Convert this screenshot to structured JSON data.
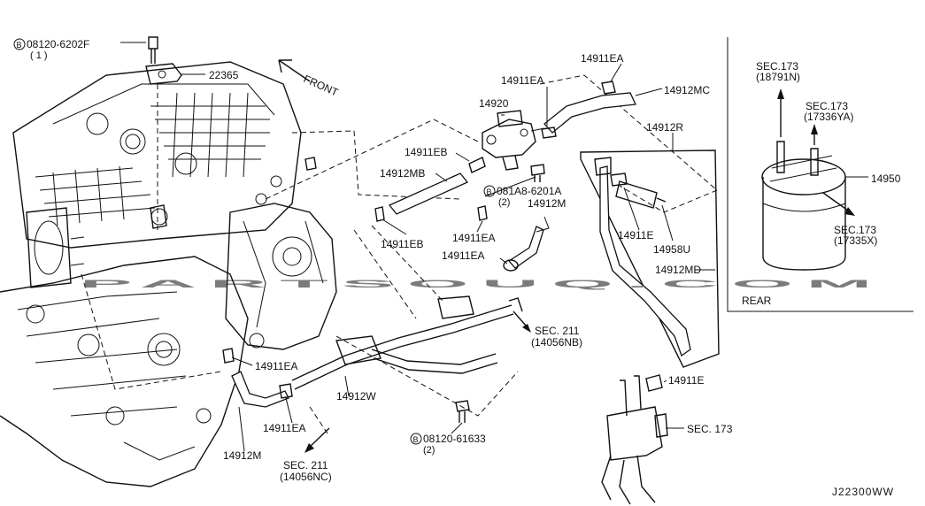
{
  "labels": {
    "bolt_top": "08120-6202F",
    "bolt_top_qty": "( 1 )",
    "sensor": "22365",
    "front": "FRONT",
    "clamp_top": "14911EA",
    "clamp_upper": "14911EA",
    "hose_mc": "14912MC",
    "valve": "14920",
    "clamp_eb_upper": "14911EB",
    "hose_mb": "14912MB",
    "bolt_mid": "081A8-6201A",
    "bolt_mid_qty": "(2)",
    "hose_m_right": "14912M",
    "clamp_eb_lower": "14911EB",
    "clamp_ea_mid": "14911EA",
    "clamp_ea_mid2": "14911EA",
    "hose_r": "14912R",
    "clamp_e": "14911E",
    "filter": "14958U",
    "hose_md": "14912MD",
    "sec211_nb": "SEC. 211",
    "sec211_nb_ref": "(14056NB)",
    "clamp_ea_lower": "14911EA",
    "tube_w": "14912W",
    "clamp_e_lower": "14911E",
    "sec173_lower": "SEC. 173",
    "clamp_ea_bottom": "14911EA",
    "hose_m_lower": "14912M",
    "sec211_nc": "SEC. 211",
    "sec211_nc_ref": "(14056NC)",
    "bolt_bottom": "08120-61633",
    "bolt_bottom_qty": "(2)",
    "sec173_a": "SEC.173",
    "sec173_a_ref": "(18791N)",
    "sec173_b": "SEC.173",
    "sec173_b_ref": "(17336YA)",
    "canister": "14950",
    "sec173_c": "SEC.173",
    "sec173_c_ref": "(17335X)",
    "rear": "REAR",
    "diagram_code": "J22300WW"
  },
  "watermark": "PARTSOUQ.COM",
  "bolt_symbol": "B",
  "colors": {
    "line": "#111111",
    "watermark": "#c8c8c8",
    "background": "#ffffff"
  }
}
